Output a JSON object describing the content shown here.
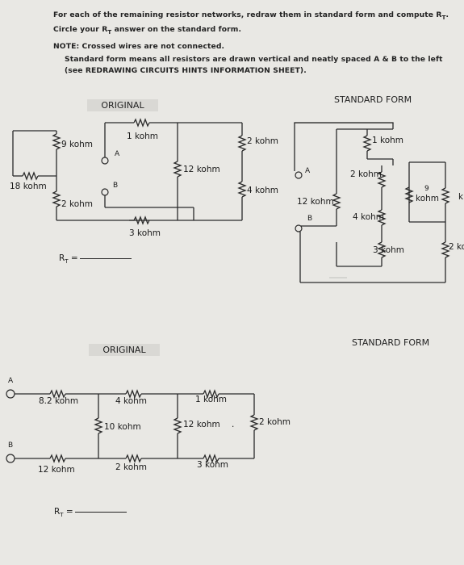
{
  "instructions": {
    "line1": "For each of the remaining resistor networks, redraw them in standard form and compute R",
    "line1_sub": "T",
    "line1_end": ".",
    "line2a": "Circle your R",
    "line2_sub": "T",
    "line2b": " answer on the standard form.",
    "note": "NOTE: Crossed wires are not connected.",
    "standard1": "Standard form means all resistors are drawn vertical and neatly spaced A & B to the left",
    "standard2": "(see REDRAWING CIRCUITS HINTS INFORMATION SHEET)."
  },
  "problem1": {
    "original_header": "ORIGINAL",
    "standard_header": "STANDARD FORM",
    "rt_prefix": "R",
    "rt_sub": "T",
    "rt_suffix": " =",
    "original_labels": {
      "r9": "9 kohm",
      "r1": "1 kohm",
      "r2b": "2 kohm",
      "r18": "18 kohm",
      "r12": "12 kohm",
      "r4": "4 kohm",
      "r2": "2 kohm",
      "r3": "3 kohm",
      "node_a": "A",
      "node_b": "B"
    },
    "standard_labels": {
      "r1": "1 kohm",
      "node_a": "A",
      "r2": "2 kohm",
      "r12": "12 kohm",
      "r9_top": "9",
      "r9_bottom": "kohm",
      "node_b": "B",
      "r4": "4 kohm",
      "r3": "3 kohm",
      "r2_cut": "2 ko",
      "k_cut": "k"
    }
  },
  "problem2": {
    "original_header": "ORIGINAL",
    "standard_header": "STANDARD FORM",
    "rt_prefix": "R",
    "rt_sub": "T",
    "rt_suffix": " =",
    "labels": {
      "node_a": "A",
      "node_b": "B",
      "r8_2": "8.2 kohm",
      "r4": "4 kohm",
      "r1": "1 kohm",
      "r10": "10 kohm",
      "r12v": "12 kohm",
      "r2v": "2 kohm",
      "r12": "12 kohm",
      "r2": "2 kohm",
      "r3": "3 kohm",
      "dot": "."
    }
  }
}
